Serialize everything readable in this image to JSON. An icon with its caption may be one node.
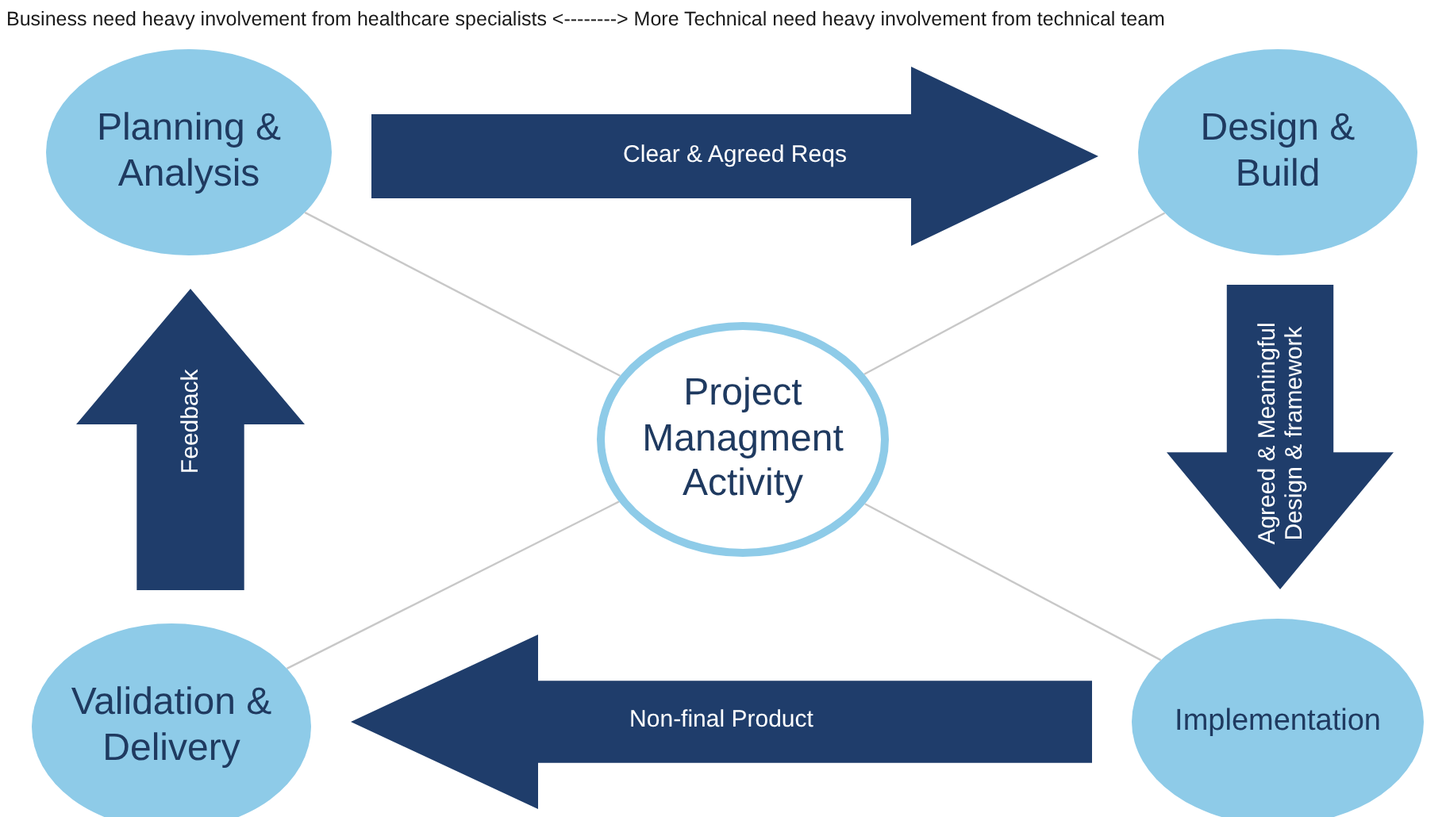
{
  "diagram": {
    "title": "Business need heavy involvement from healthcare specialists <--------> More Technical need heavy involvement from technical team",
    "nodes": [
      {
        "text": [
          "Planning & Analysis"
        ]
      },
      {
        "text": [
          "Design & Build"
        ]
      },
      {
        "text": [
          "Project Managment Activity"
        ]
      },
      {
        "text": [
          "Implementation"
        ]
      },
      {
        "text": [
          "Validation & Delivery"
        ]
      }
    ],
    "edges": [
      {
        "from": 0,
        "to": 1,
        "arrow": "to",
        "label": "Clear & Agreed Reqs",
        "style": "thick"
      },
      {
        "from": 1,
        "to": 3,
        "arrow": "to",
        "label": "Agreed & Meaningful Design & framework",
        "style": "thick"
      },
      {
        "from": 3,
        "to": 4,
        "arrow": "to",
        "label": "Non-final Product",
        "style": "thick"
      },
      {
        "from": 4,
        "to": 0,
        "arrow": "to",
        "label": "Feedback",
        "style": "thick"
      },
      {
        "from": 2,
        "to": 0,
        "arrow": "none",
        "color": "#c8c8c8"
      },
      {
        "from": 2,
        "to": 1,
        "arrow": "none",
        "color": "#c8c8c8"
      },
      {
        "from": 2,
        "to": 3,
        "arrow": "none",
        "color": "#c8c8c8"
      },
      {
        "from": 2,
        "to": 4,
        "arrow": "none",
        "color": "#c8c8c8"
      }
    ]
  }
}
